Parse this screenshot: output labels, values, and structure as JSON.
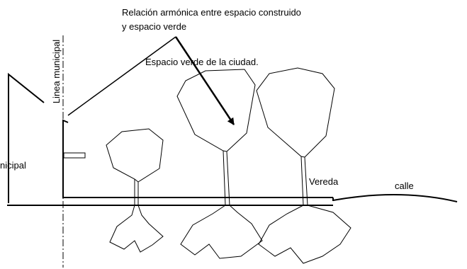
{
  "labels": {
    "title_line1": "Relación armónica entre espacio construido",
    "title_line2": "y espacio verde",
    "green_space": "Espacio verde de la ciudad.",
    "municipal_line_vertical": "Linea municipal",
    "municipal_left_cut": "nicipal",
    "sidewalk": "Vereda",
    "street": "calle"
  },
  "colors": {
    "ink": "#000000",
    "background": "#ffffff"
  }
}
